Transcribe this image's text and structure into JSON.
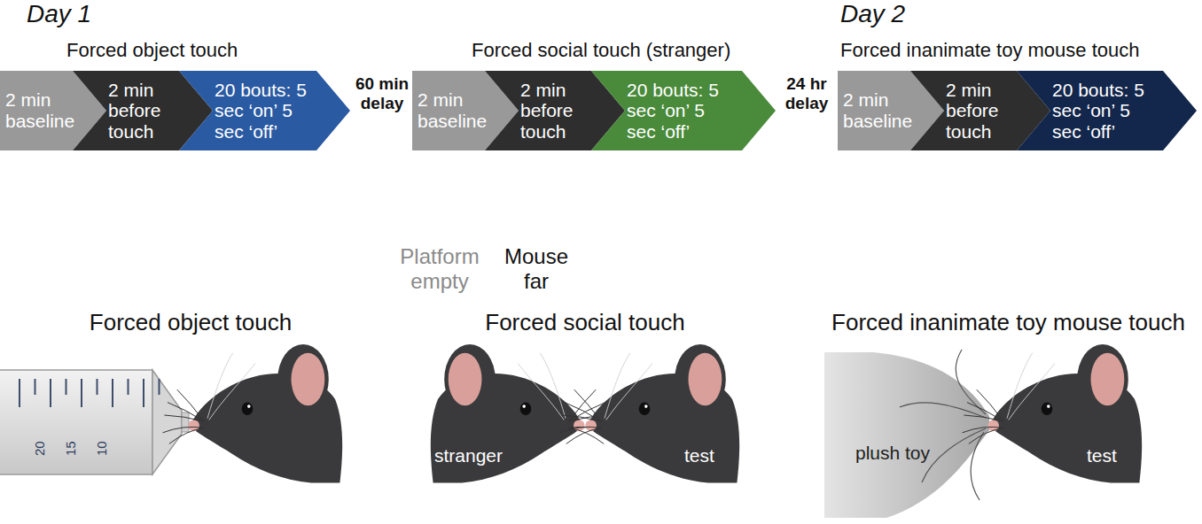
{
  "diagram": {
    "nodes": [
      {
        "text": [
          "2 min baseline"
        ]
      },
      {
        "text": [
          "2 min before touch"
        ]
      },
      {
        "text": [
          "20 bouts: 5 sec ‘on’ 5 sec ‘off’"
        ]
      },
      {
        "text": [
          "2 min baseline"
        ]
      },
      {
        "text": [
          "2 min before touch"
        ]
      },
      {
        "text": [
          "20 bouts: 5 sec ‘on’ 5 sec ‘off’"
        ]
      },
      {
        "text": [
          "2 min baseline"
        ]
      },
      {
        "text": [
          "2 min before touch"
        ]
      },
      {
        "text": [
          "20 bouts: 5 sec ‘on’ 5 sec ‘off’"
        ]
      }
    ],
    "labels": [
      "Day 1",
      "Forced object touch",
      "60 min delay",
      "Forced social touch (stranger)",
      "24 hr delay",
      "Day 2",
      "Forced inanimate toy mouse touch",
      "Platform empty",
      "Mouse far",
      "Forced object touch",
      "Forced social touch",
      "Forced inanimate toy mouse touch",
      "20",
      "15",
      "10",
      "stranger",
      "test",
      "plush toy",
      "test"
    ]
  }
}
